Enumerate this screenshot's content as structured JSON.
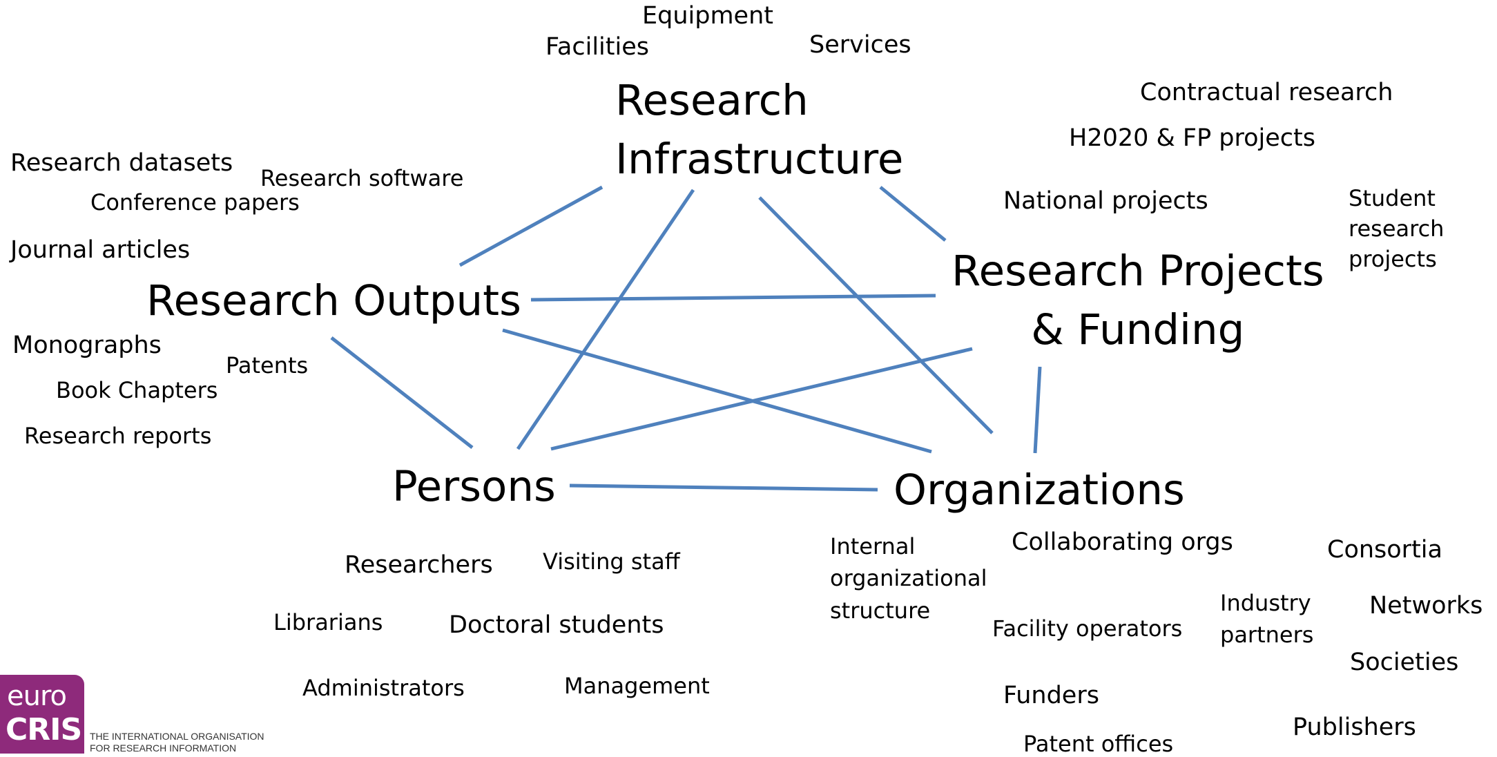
{
  "hubs": {
    "infrastructure": "Research\nInfrastructure",
    "outputs": "Research Outputs",
    "projects": "Research Projects\n& Funding",
    "persons": "Persons",
    "organizations": "Organizations"
  },
  "infrastructure_items": {
    "equipment": "Equipment",
    "facilities": "Facilities",
    "services": "Services"
  },
  "project_items": {
    "contractual": "Contractual research",
    "h2020": "H2020 & FP projects",
    "national": "National projects",
    "student": "Student\nresearch\nprojects"
  },
  "output_items": {
    "datasets": "Research datasets",
    "software": "Research software",
    "conference": "Conference papers",
    "journal": "Journal articles",
    "monographs": "Monographs",
    "patents": "Patents",
    "chapters": "Book Chapters",
    "reports": "Research reports"
  },
  "person_items": {
    "researchers": "Researchers",
    "visiting": "Visiting staff",
    "librarians": "Librarians",
    "doctoral": "Doctoral students",
    "administrators": "Administrators",
    "management": "Management"
  },
  "organization_items": {
    "internal": "Internal\norganizational\nstructure",
    "collaborating": "Collaborating orgs",
    "consortia": "Consortia",
    "facility_operators": "Facility operators",
    "industry": "Industry\npartners",
    "networks": "Networks",
    "societies": "Societies",
    "funders": "Funders",
    "patent_offices": "Patent offices",
    "publishers": "Publishers"
  },
  "logo": {
    "line1": "euro",
    "line2": "CRIS",
    "tagline1": "THE INTERNATIONAL ORGANISATION",
    "tagline2": "FOR RESEARCH INFORMATION"
  },
  "colors": {
    "connector": "#4f81bd",
    "logo_background": "#8e2a7b"
  }
}
